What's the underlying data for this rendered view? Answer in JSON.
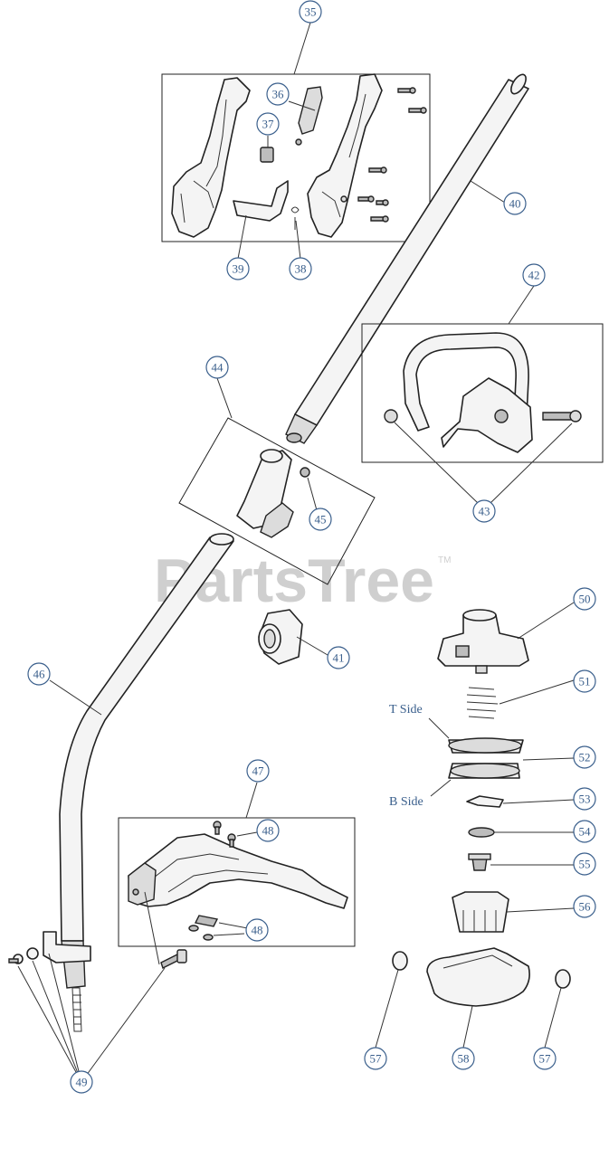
{
  "watermark": {
    "text": "PartsTree",
    "tm": "TM"
  },
  "side_labels": {
    "top": "T Side",
    "bottom": "B Side"
  },
  "callouts": [
    {
      "id": "35",
      "label": "35"
    },
    {
      "id": "36",
      "label": "36"
    },
    {
      "id": "37",
      "label": "37"
    },
    {
      "id": "38",
      "label": "38"
    },
    {
      "id": "39",
      "label": "39"
    },
    {
      "id": "40",
      "label": "40"
    },
    {
      "id": "41",
      "label": "41"
    },
    {
      "id": "42",
      "label": "42"
    },
    {
      "id": "43",
      "label": "43"
    },
    {
      "id": "44",
      "label": "44"
    },
    {
      "id": "45",
      "label": "45"
    },
    {
      "id": "46",
      "label": "46"
    },
    {
      "id": "47",
      "label": "47"
    },
    {
      "id": "48a",
      "label": "48"
    },
    {
      "id": "48b",
      "label": "48"
    },
    {
      "id": "49",
      "label": "49"
    },
    {
      "id": "50",
      "label": "50"
    },
    {
      "id": "51",
      "label": "51"
    },
    {
      "id": "52",
      "label": "52"
    },
    {
      "id": "53",
      "label": "53"
    },
    {
      "id": "54",
      "label": "54"
    },
    {
      "id": "55",
      "label": "55"
    },
    {
      "id": "56",
      "label": "56"
    },
    {
      "id": "57a",
      "label": "57"
    },
    {
      "id": "57b",
      "label": "57"
    },
    {
      "id": "58",
      "label": "58"
    }
  ]
}
